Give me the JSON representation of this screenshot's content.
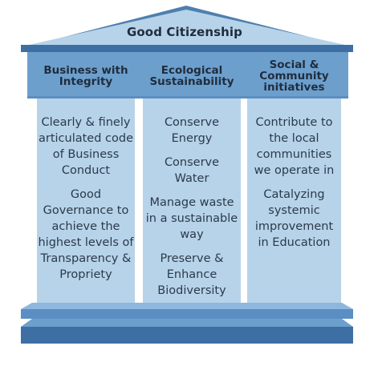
{
  "roof": {
    "title": "Good Citizenship"
  },
  "pillars": [
    {
      "heading": "Business with\nIntegrity",
      "items": [
        "Clearly & finely\narticulated code\nof Business\nConduct",
        "Good\nGovernance to\nachieve the\nhighest levels of\nTransparency &\nPropriety"
      ]
    },
    {
      "heading": "Ecological\nSustainability",
      "items": [
        "Conserve\nEnergy",
        "Conserve\nWater",
        "Manage waste\nin a sustainable\nway",
        "Preserve &\nEnhance\nBiodiversity"
      ]
    },
    {
      "heading": "Social &\nCommunity\ninitiatives",
      "items": [
        "Contribute to\nthe local\ncommunities\nwe operate in",
        "Catalyzing\nsystemic\nimprovement\nin Education"
      ]
    }
  ],
  "colors": {
    "roof_fill": "#b7d3e9",
    "roof_edge": "#4f7fae",
    "band_fill": "#6d9fcd",
    "pillar_fill": "#b7d3e9",
    "base_top": "#8fb6dc",
    "base_mid": "#5b8ec2",
    "base_bottom": "#3e6fa4"
  }
}
